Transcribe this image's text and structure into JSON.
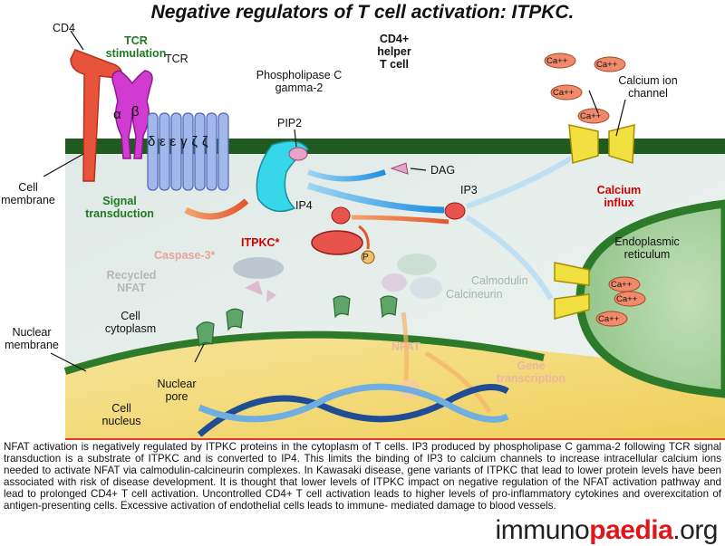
{
  "title": "Negative regulators of T cell activation: ITPKC.",
  "labels": {
    "cd4": "CD4",
    "tcr_stimulation_line1": "TCR",
    "tcr_stimulation_line2": "stimulation",
    "tcr": "TCR",
    "cd4_helper_line1": "CD4+",
    "cd4_helper_line2": "helper",
    "cd4_helper_line3": "T cell",
    "plc_line1": "Phospholipase C",
    "plc_line2": "gamma-2",
    "pip2": "PIP2",
    "calcium_channel_line1": "Calcium ion",
    "calcium_channel_line2": "channel",
    "cell_membrane_line1": "Cell",
    "cell_membrane_line2": "membrane",
    "signal_line1": "Signal",
    "signal_line2": "transduction",
    "dag": "DAG",
    "ip3": "IP3",
    "ip4": "IP4",
    "itpkc": "ITPKC*",
    "p": "P",
    "calcium_influx_line1": "Calcium",
    "calcium_influx_line2": "influx",
    "er_line1": "Endoplasmic",
    "er_line2": "reticulum",
    "caspase": "Caspase-3*",
    "recycled_line1": "Recycled",
    "recycled_line2": "NFAT",
    "calmodulin": "Calmodulin",
    "calcineurin": "Calcineurin",
    "cytoplasm_line1": "Cell",
    "cytoplasm_line2": "cytoplasm",
    "nuclear_membrane_line1": "Nuclear",
    "nuclear_membrane_line2": "membrane",
    "nfat": "NFAT",
    "gene_line1": "Gene",
    "gene_line2": "transcription",
    "pore_line1": "Nuclear",
    "pore_line2": "pore",
    "nucleus_line1": "Cell",
    "nucleus_line2": "nucleus",
    "ca": "Ca++",
    "alpha": "α",
    "beta": "β",
    "cd3_chains": "δεεγζζ"
  },
  "caption": "NFAT activation is negatively regulated by ITPKC proteins in the cytoplasm of T cells. IP3 produced by phospholipase C gamma-2 following TCR signal transduction is a substrate of ITPKC and is converted to IP4. This limits the binding of IP3 to calcium channels to increase intracellular calcium ions needed to activate NFAT via calmodulin-calcineurin complexes. In Kawasaki disease, gene variants of ITPKC that lead to lower protein levels have been associated with risk of disease development. It is thought that lower levels of ITPKC impact on negative regulation of the NFAT activation pathway and lead to prolonged CD4+ T cell activation. Uncontrolled CD4+ T cell activation leads to higher levels of pro-inflammatory cytokines and overexcitation of antigen-presenting cells. Excessive activation of endothelial cells leads to immune- mediated damage to blood vessels.",
  "logo": {
    "part1": "immuno",
    "part2": "paedia",
    "part3": ".org"
  },
  "colors": {
    "membrane": "#1f5a1f",
    "cytoplasm": "#e6efec",
    "er": "#a9cfa0",
    "nucleus": "#f3dc78",
    "accent_red": "#d40000",
    "accent_green": "#1f7a1f"
  }
}
